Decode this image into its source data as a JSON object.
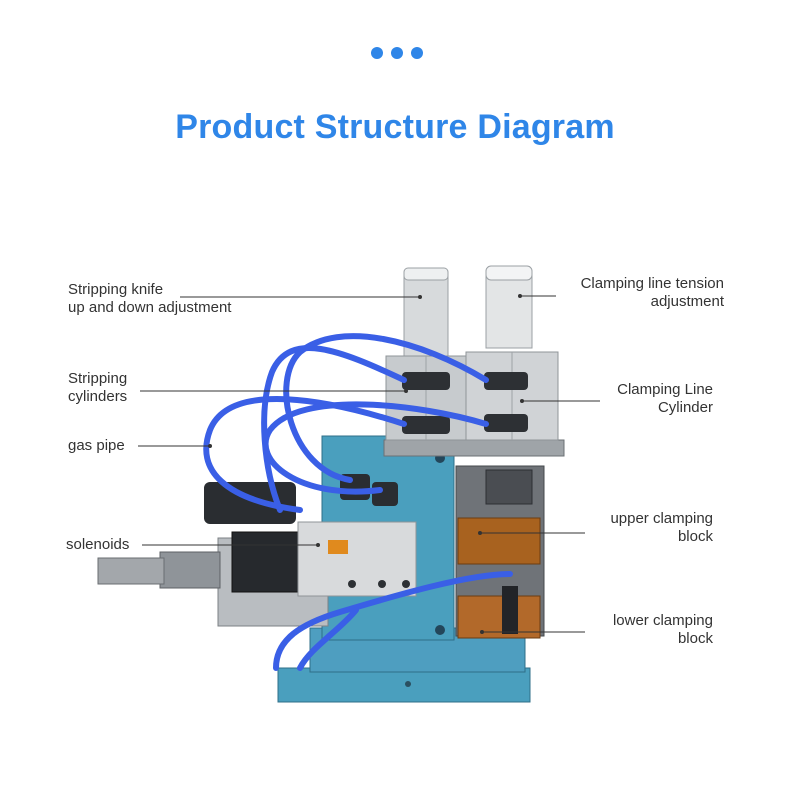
{
  "title": "Product Structure Diagram",
  "colors": {
    "accent": "#2f86e8",
    "machine_body": "#4a9fbe",
    "tubing": "#3a5fe6",
    "clamp_block": "#a8621f"
  },
  "labels": {
    "stripping_knife": [
      "Stripping knife",
      "up and down adjustment"
    ],
    "stripping_cylinders": [
      "Stripping",
      "cylinders"
    ],
    "gas_pipe": [
      "gas pipe"
    ],
    "solenoids": [
      "solenoids"
    ],
    "clamping_tension": [
      "Clamping line tension",
      "adjustment"
    ],
    "clamping_cylinder": [
      "Clamping Line",
      "Cylinder"
    ],
    "upper_block": [
      "upper clamping",
      "block"
    ],
    "lower_block": [
      "lower clamping",
      "block"
    ]
  }
}
